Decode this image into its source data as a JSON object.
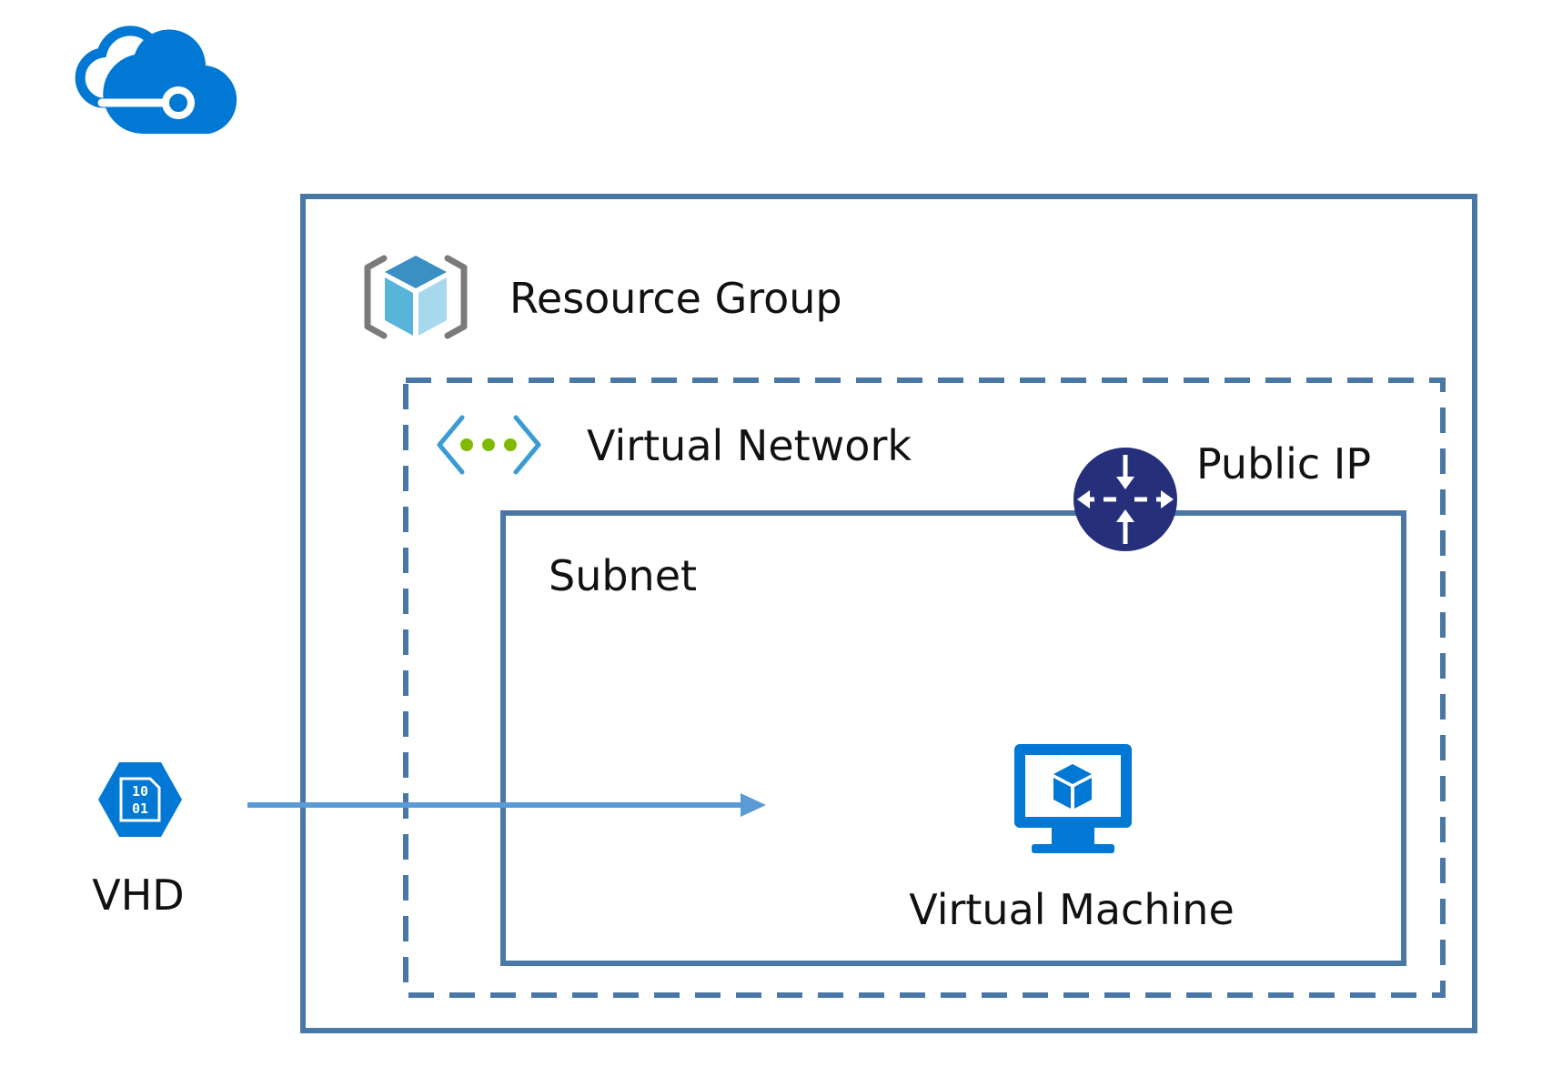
{
  "labels": {
    "resource_group": "Resource Group",
    "virtual_network": "Virtual Network",
    "public_ip": "Public IP",
    "subnet": "Subnet",
    "virtual_machine": "Virtual Machine",
    "vhd": "VHD"
  },
  "vhd_icon_text": [
    "10",
    "01"
  ],
  "icons": {
    "cloud": "azure-cloud-icon",
    "resource_group": "resource-group-cube-icon",
    "virtual_network": "virtual-network-icon",
    "public_ip": "public-ip-router-icon",
    "virtual_machine": "virtual-machine-monitor-icon",
    "vhd": "vhd-disk-icon"
  },
  "colors": {
    "container_border": "#4a78a6",
    "azure_blue": "#0078d4",
    "arrow": "#5b9bd5",
    "router_navy": "#26307a",
    "vnet_green": "#7fba00",
    "vnet_bracket": "#3a9bd5",
    "rg_bracket": "#7a7a7a",
    "cube_top": "#3a8fc4",
    "cube_left": "#59b4d9",
    "cube_right": "#a8d8ee"
  }
}
